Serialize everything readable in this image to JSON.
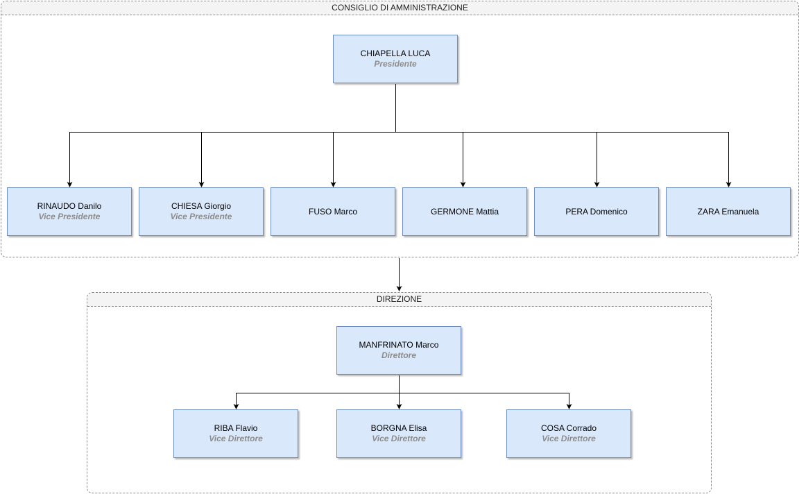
{
  "colors": {
    "node_fill": "#dae8fc",
    "node_border": "#6c8ebf",
    "role_text": "#8c8c8c",
    "group_border": "#8a8a8a",
    "group_header_fill": "#f4f4f4",
    "edge": "#000000"
  },
  "board": {
    "title": "CONSIGLIO DI AMMINISTRAZIONE",
    "president": {
      "name": "CHIAPELLA LUCA",
      "role": "Presidente"
    },
    "members": [
      {
        "name": "RINAUDO Danilo",
        "role": "Vice Presidente"
      },
      {
        "name": "CHIESA Giorgio",
        "role": "Vice Presidente"
      },
      {
        "name": "FUSO Marco",
        "role": ""
      },
      {
        "name": "GERMONE Mattia",
        "role": ""
      },
      {
        "name": "PERA Domenico",
        "role": ""
      },
      {
        "name": "ZARA Emanuela",
        "role": ""
      }
    ]
  },
  "management": {
    "title": "DIREZIONE",
    "director": {
      "name": "MANFRINATO Marco",
      "role": "Direttore"
    },
    "deputies": [
      {
        "name": "RIBA Flavio",
        "role": "Vice Direttore"
      },
      {
        "name": "BORGNA Elisa",
        "role": "Vice Direttore"
      },
      {
        "name": "COSA Corrado",
        "role": "Vice Direttore"
      }
    ]
  }
}
